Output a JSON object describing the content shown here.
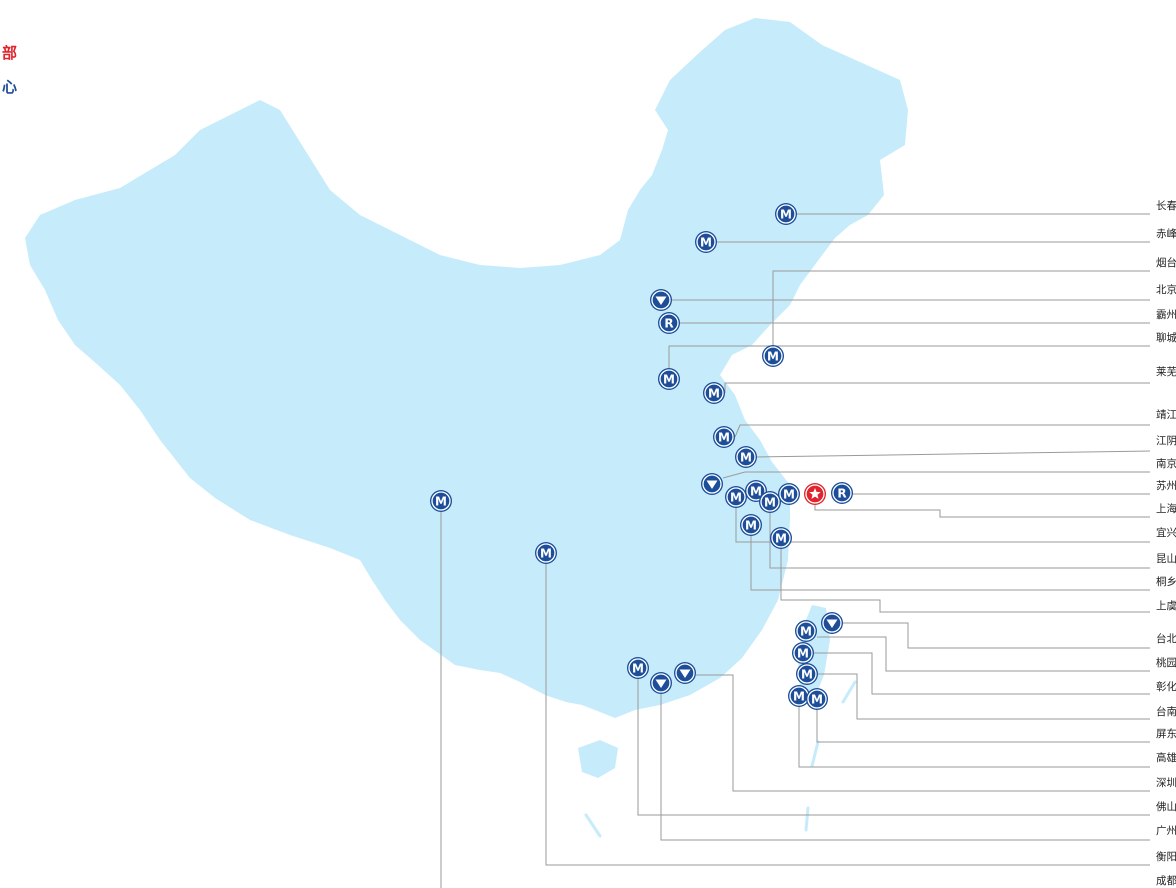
{
  "legend": {
    "headquarters": "部",
    "rd_center": "心"
  },
  "colors": {
    "land": "#c6ecfb",
    "marker_blue": "#1d4e9a",
    "marker_red": "#e0242c",
    "leader_line": "#9a9a9a",
    "label_text": "#222222",
    "legend_red": "#e0242c",
    "legend_blue": "#1d4e9a"
  },
  "marker_letters": {
    "manufacturing": "M",
    "rd": "R"
  },
  "icons": {
    "manufacturing": "m-badge-icon",
    "rd": "r-badge-icon",
    "sales": "down-triangle-icon",
    "headquarters": "star-icon"
  },
  "cities": [
    "长春",
    "赤峰",
    "烟台",
    "北京",
    "霸州",
    "聊城",
    "莱芜",
    "靖江",
    "江阴",
    "南京",
    "苏州",
    "上海",
    "宜兴",
    "昆山",
    "桐乡",
    "上虞",
    "台北",
    "桃园",
    "彰化",
    "台南",
    "屏东",
    "高雄",
    "深圳",
    "佛山",
    "广州",
    "衡阳",
    "成都"
  ]
}
